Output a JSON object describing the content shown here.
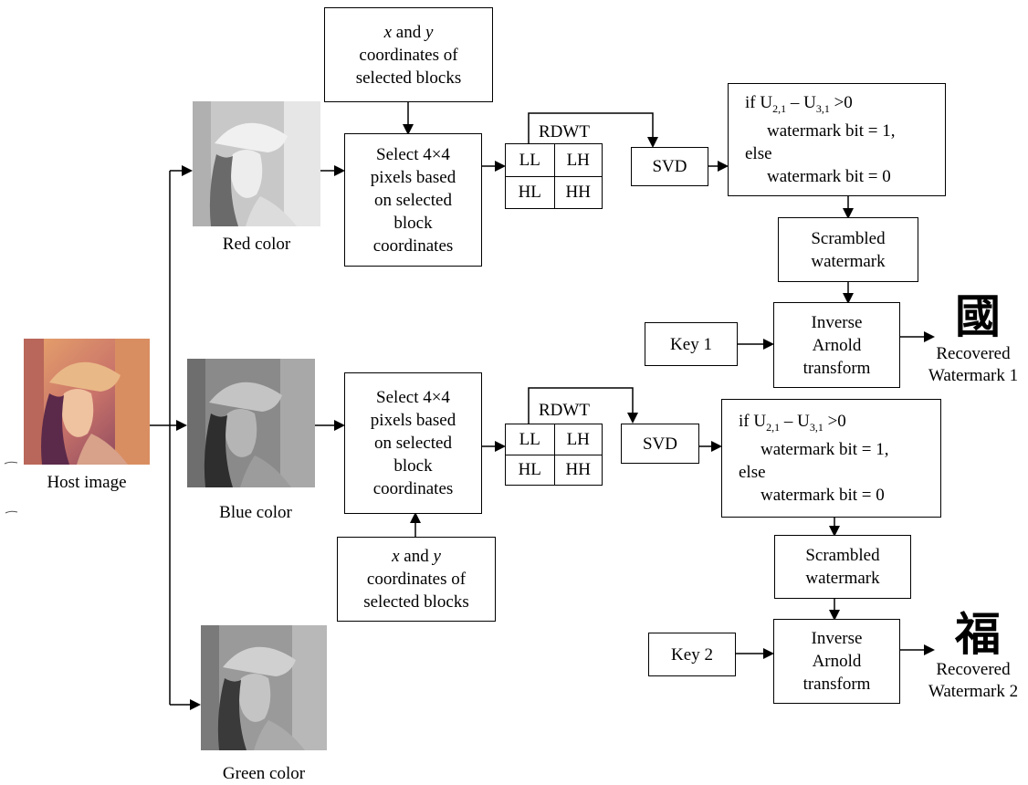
{
  "host": {
    "label": "Host image"
  },
  "channels": {
    "red": "Red color",
    "blue": "Blue color",
    "green": "Green color"
  },
  "coords": {
    "prefix": "x",
    "mid": " and ",
    "y": "y",
    "line2": "coordinates of",
    "line3": "selected blocks"
  },
  "select": {
    "lines": [
      "Select 4×4",
      "pixels based",
      "on selected",
      "block",
      "coordinates"
    ]
  },
  "rdwt": {
    "title": "RDWT",
    "ll": "LL",
    "lh": "LH",
    "hl": "HL",
    "hh": "HH"
  },
  "svd": {
    "label": "SVD"
  },
  "decision": {
    "if_prefix": "if U",
    "sub1": "2,1",
    "minus": " – U",
    "sub2": "3,1",
    "cond": " >0",
    "then": "watermark bit = 1,",
    "else": "else",
    "else_val": "watermark bit = 0"
  },
  "scrambled": {
    "line1": "Scrambled",
    "line2": "watermark"
  },
  "inverse": {
    "line1": "Inverse",
    "line2": "Arnold",
    "line3": "transform"
  },
  "keys": {
    "key1": "Key 1",
    "key2": "Key 2"
  },
  "recovered": {
    "w1_line1": "Recovered",
    "w1_line2": "Watermark 1",
    "w1_glyph": "國",
    "w2_line1": "Recovered",
    "w2_line2": "Watermark 2",
    "w2_glyph": "福"
  }
}
